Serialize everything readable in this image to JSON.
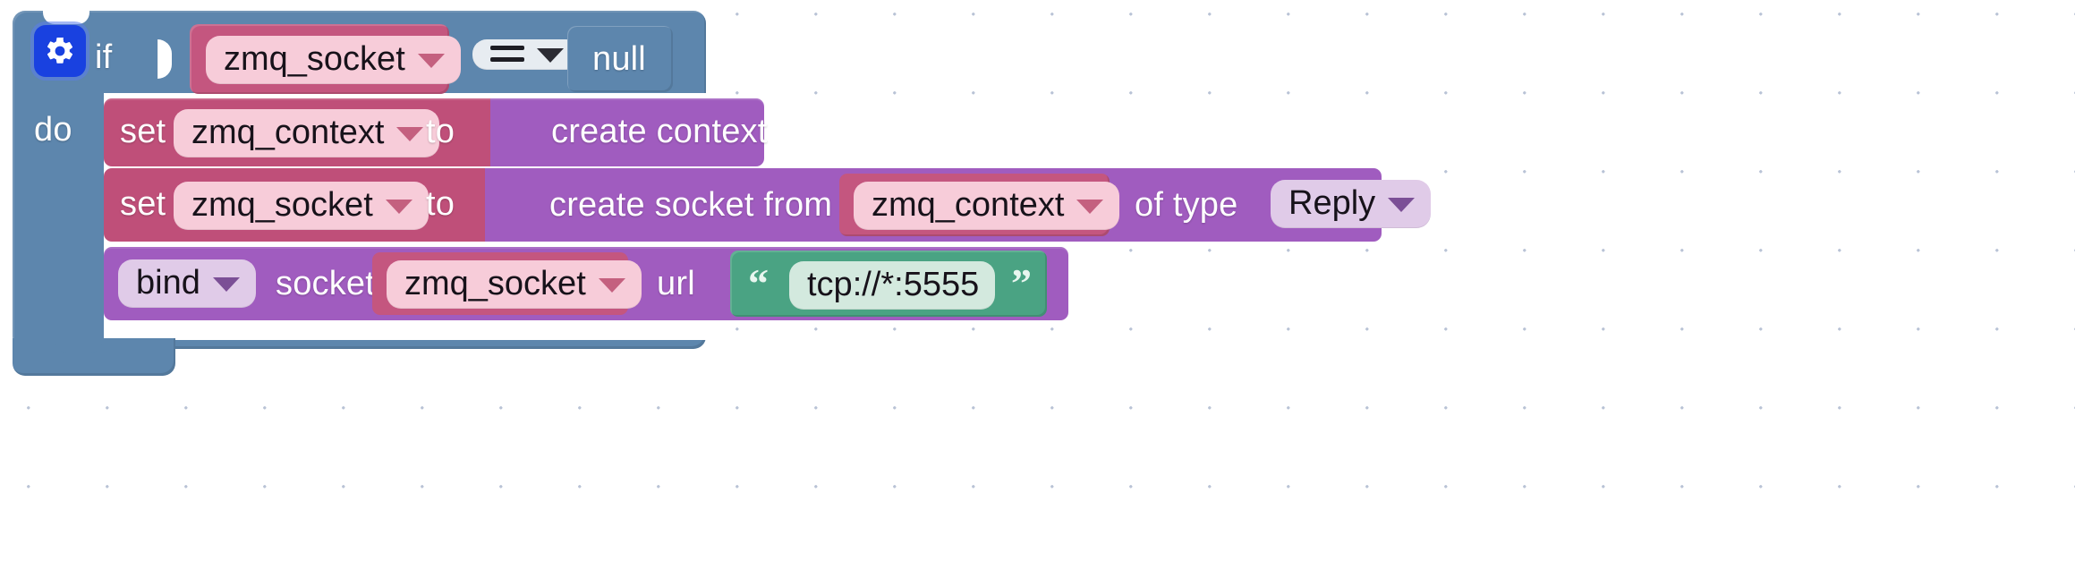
{
  "workspace": {
    "background": "#ffffff",
    "grid_dot_color": "#b9c3d6"
  },
  "palette": {
    "control_blue": "#5d86ad",
    "variable_rose": "#c4567f",
    "variable_rose_dark": "#bf4f79",
    "function_purple": "#a05cbf",
    "text_green": "#4aa383",
    "field_rose": "#f7ccd9",
    "field_purple": "#e0cbe8",
    "field_grey": "#e7ecf1",
    "field_green": "#d3e9de",
    "gear_blue": "#1941e0"
  },
  "program": {
    "if_block": {
      "gear_icon": "gear-icon",
      "if_label": "if",
      "do_label": "do",
      "condition": {
        "left_operand": {
          "type": "variable",
          "value": "zmq_socket",
          "caret": "▾"
        },
        "operator": {
          "value": "=",
          "caret": "▾"
        },
        "right_operand": {
          "type": "null",
          "value": "null"
        }
      }
    },
    "statements": [
      {
        "kind": "set",
        "set_label": "set",
        "variable": "zmq_context",
        "to_label": "to",
        "value_block": {
          "label": "create context"
        }
      },
      {
        "kind": "set",
        "set_label": "set",
        "variable": "zmq_socket",
        "to_label": "to",
        "value_block": {
          "label": "create socket from",
          "argument": "zmq_context",
          "of_type_label": "of type",
          "socket_type": "Reply"
        }
      },
      {
        "kind": "bind",
        "action": "bind",
        "socket_label": "socket",
        "socket_variable": "zmq_socket",
        "url_label": "url",
        "url_value": "tcp://*:5555",
        "quote_open": "“",
        "quote_close": "”"
      }
    ]
  }
}
